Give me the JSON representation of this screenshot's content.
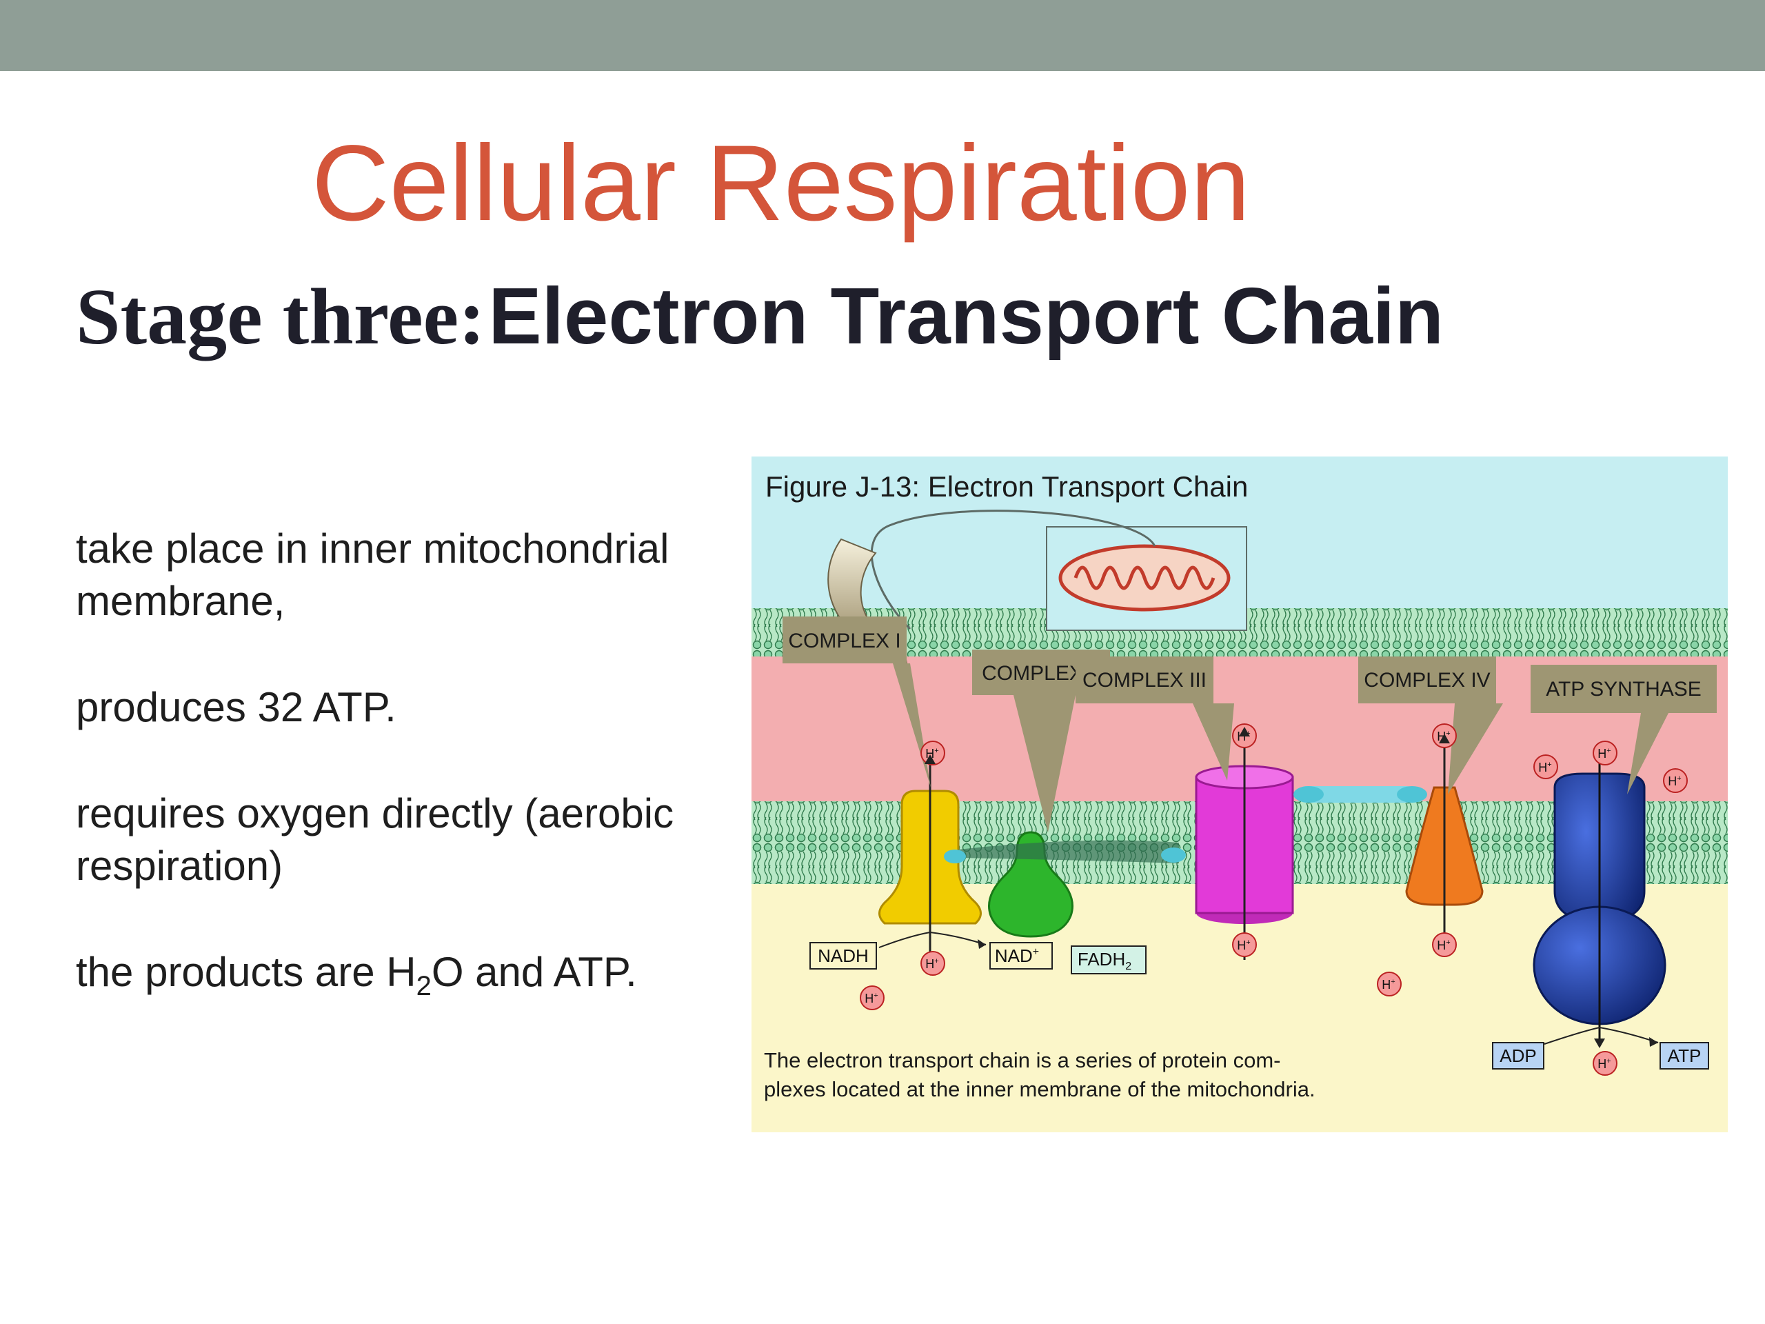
{
  "slide": {
    "title": "Cellular Respiration",
    "subtitle_lead": "Stage three:",
    "subtitle_main": "Electron Transport Chain",
    "bullets": {
      "b1": "take place in inner mitochondrial membrane,",
      "b2": "produces 32 ATP.",
      "b3": "requires oxygen directly (aerobic respiration)",
      "b4_pre": "the products are H",
      "b4_sub": "2",
      "b4_post": "O and ATP."
    }
  },
  "figure": {
    "caption_title": "Figure J-13: Electron Transport Chain",
    "complex1": "COMPLEX I",
    "complex2": "COMPLEX II",
    "complex3": "COMPLEX III",
    "complex4": "COMPLEX IV",
    "atp_synthase": "ATP SYNTHASE",
    "nadh": "NADH",
    "nad": "NAD",
    "nad_sup": "+",
    "fadh": "FADH",
    "fadh_sub": "2",
    "adp": "ADP",
    "atp": "ATP",
    "proton": "H",
    "proton_sup": "+",
    "caption_line1": "The electron transport chain is a series of protein com-",
    "caption_line2": "plexes located at the inner membrane of the mitochondria.",
    "colors": {
      "sky": "#c6eef2",
      "intermembrane": "#f3aeb0",
      "matrix": "#fbf6c9",
      "membrane": "#8ad5a8",
      "label_box": "#9e9673",
      "complex1": "#f1cc00",
      "complex2": "#2db52c",
      "complex3": "#e23ad8",
      "complex4": "#ef7a1f",
      "atp_synthase": "#1c3c9a"
    }
  }
}
